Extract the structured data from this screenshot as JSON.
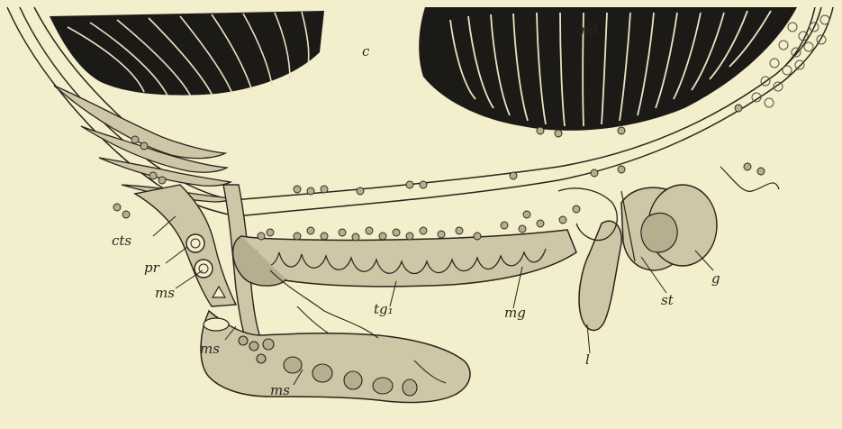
{
  "figure": {
    "colors": {
      "paper": "#f3eecb",
      "ink": "#2a241c",
      "tissue": "#cfc6a8",
      "tissue_dark": "#b7ad8f",
      "muscle": "#1c1a17"
    },
    "labels": {
      "md": "md",
      "c": "c",
      "cts": "cts",
      "pr": "pr",
      "ms1": "ms",
      "ms2": "ms",
      "ms3": "ms",
      "tg1": "tg₁",
      "mg": "mg",
      "l": "l",
      "st": "st",
      "g": "g"
    }
  }
}
